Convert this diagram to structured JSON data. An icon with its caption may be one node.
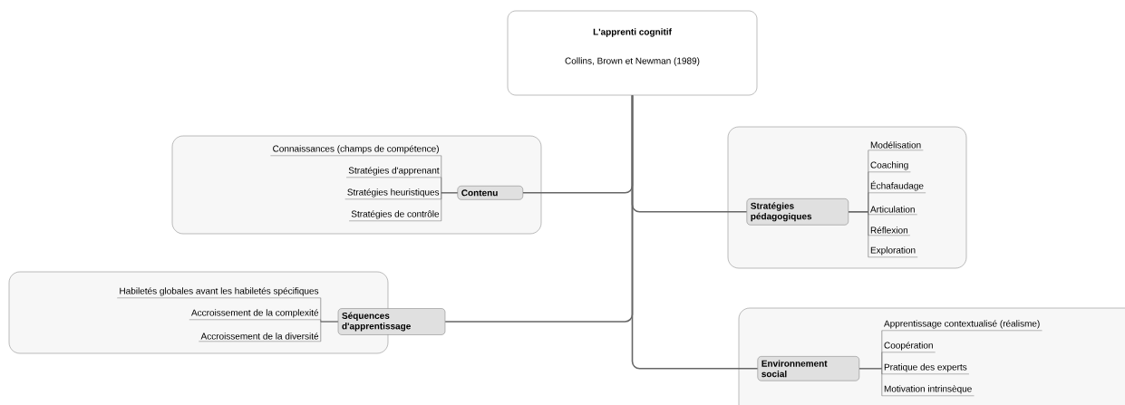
{
  "diagram": {
    "nodes": [
      {
        "text": [
          "L'apprenti cognitif",
          "Collins, Brown et Newman (1989)"
        ]
      },
      {
        "text": [],
        "shape": "box"
      },
      {
        "text": [
          "Contenu"
        ],
        "in": 1
      },
      {
        "text": [
          "Connaissances (champs de compétence)"
        ],
        "in": 1
      },
      {
        "text": [
          "Stratégies d'apprenant"
        ],
        "in": 1
      },
      {
        "text": [
          "Stratégies heuristiques"
        ],
        "in": 1
      },
      {
        "text": [
          "Stratégies de contrôle"
        ],
        "in": 1
      },
      {
        "text": [],
        "shape": "box"
      },
      {
        "text": [
          "Stratégies pédagogiques"
        ],
        "in": 7
      },
      {
        "text": [
          "Modélisation"
        ],
        "in": 7
      },
      {
        "text": [
          "Coaching"
        ],
        "in": 7
      },
      {
        "text": [
          "Échafaudage"
        ],
        "in": 7
      },
      {
        "text": [
          "Articulation"
        ],
        "in": 7
      },
      {
        "text": [
          "Réflexion"
        ],
        "in": 7
      },
      {
        "text": [
          "Exploration"
        ],
        "in": 7
      },
      {
        "text": [],
        "shape": "box"
      },
      {
        "text": [
          "Séquences d'apprentissage"
        ]
      },
      {
        "text": [
          "Habiletés globales avant les habiletés spécifiques"
        ],
        "in": 15
      },
      {
        "text": [
          "Accroissement de la complexité"
        ],
        "in": 15
      },
      {
        "text": [
          "Accroissement de la diversité"
        ],
        "in": 15
      },
      {
        "text": [],
        "shape": "box"
      },
      {
        "text": [
          "Environnement social"
        ],
        "in": 20
      },
      {
        "text": [
          "Apprentissage contextualisé (réalisme)"
        ],
        "in": 20
      },
      {
        "text": [
          "Coopération"
        ],
        "in": 20
      },
      {
        "text": [
          "Pratique des experts"
        ],
        "in": 20
      },
      {
        "text": [
          "Motivation intrinsèque"
        ],
        "in": 20
      }
    ],
    "edges": [
      {
        "from": 0,
        "to": 2,
        "arrow": "none"
      },
      {
        "from": 0,
        "to": 8,
        "arrow": "none"
      },
      {
        "from": 0,
        "to": 16,
        "arrow": "none"
      },
      {
        "from": 0,
        "to": 21,
        "arrow": "none"
      },
      {
        "from": 2,
        "to": 3,
        "arrow": "none"
      },
      {
        "from": 2,
        "to": 4,
        "arrow": "none"
      },
      {
        "from": 2,
        "to": 5,
        "arrow": "none"
      },
      {
        "from": 2,
        "to": 6,
        "arrow": "none"
      },
      {
        "from": 8,
        "to": 9,
        "arrow": "none"
      },
      {
        "from": 8,
        "to": 10,
        "arrow": "none"
      },
      {
        "from": 8,
        "to": 11,
        "arrow": "none"
      },
      {
        "from": 8,
        "to": 12,
        "arrow": "none"
      },
      {
        "from": 8,
        "to": 13,
        "arrow": "none"
      },
      {
        "from": 8,
        "to": 14,
        "arrow": "none"
      },
      {
        "from": 16,
        "to": 17,
        "arrow": "none"
      },
      {
        "from": 16,
        "to": 18,
        "arrow": "none"
      },
      {
        "from": 16,
        "to": 19,
        "arrow": "none"
      },
      {
        "from": 21,
        "to": 22,
        "arrow": "none"
      },
      {
        "from": 21,
        "to": 23,
        "arrow": "none"
      },
      {
        "from": 21,
        "to": 24,
        "arrow": "none"
      },
      {
        "from": 21,
        "to": 25,
        "arrow": "none"
      }
    ]
  }
}
